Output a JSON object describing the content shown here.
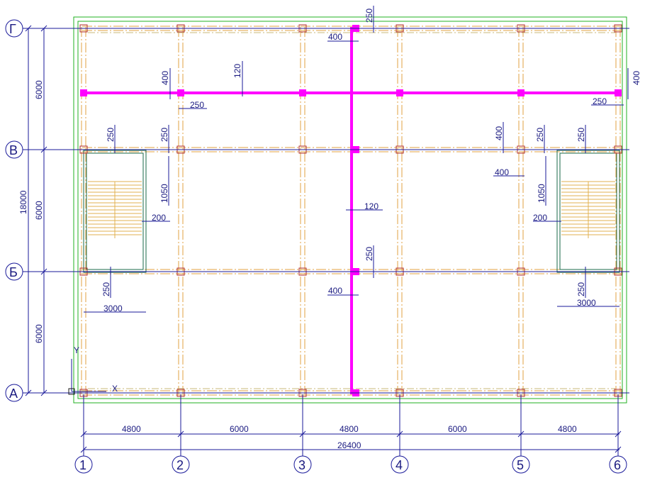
{
  "axes": {
    "horizontal": [
      "Г",
      "В",
      "Б",
      "А"
    ],
    "vertical": [
      "1",
      "2",
      "3",
      "4",
      "5",
      "6"
    ]
  },
  "dimensions": {
    "bottom_spans": [
      "4800",
      "6000",
      "4800",
      "6000",
      "4800"
    ],
    "bottom_total": "26400",
    "left_spans": [
      "6000",
      "6000",
      "6000"
    ],
    "left_total": "18000"
  },
  "annotations": {
    "a250_top": "250",
    "a400_top": "400",
    "a400_left": "400",
    "a120_top": "120",
    "a250_b": "250",
    "a400_right": "400",
    "a250_right": "250",
    "a250_s1": "250",
    "a250_s2": "250",
    "a1050_left": "1050",
    "a200_left": "200",
    "a400_mid_r": "400",
    "a250_mid_r": "250",
    "a400_mid_r2": "400",
    "a250_mid_r3": "250",
    "a1050_right": "1050",
    "a200_right": "200",
    "a120_mid": "120",
    "a250_mid_b": "250",
    "a400_mid_b": "400",
    "a250_left_b": "250",
    "a3000_left": "3000",
    "a250_right_b": "250",
    "a3000_right": "3000"
  },
  "ucs": {
    "y": "Y",
    "x": "X"
  },
  "colors": {
    "dimension": "#1a1a9a",
    "beam": "#e0a040",
    "column": "#b03030",
    "outline": "#20b020",
    "tie": "#ff00ff"
  }
}
